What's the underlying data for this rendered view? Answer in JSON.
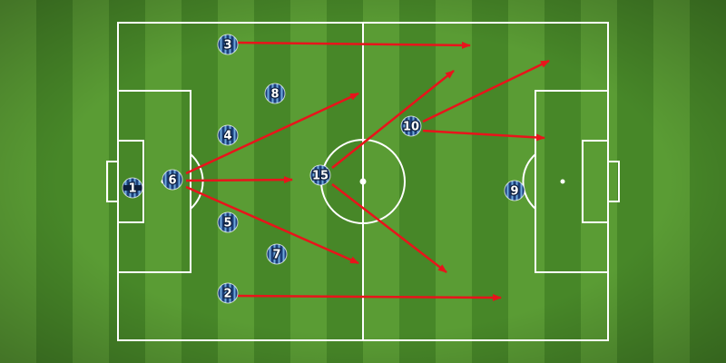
{
  "colors": {
    "grass_light": "#5a9c34",
    "grass_dark": "#478728",
    "lines": "#ffffff",
    "arrow": "#e8141b",
    "shirt_stripe_dark": "#1b3f7a",
    "shirt_stripe_light": "#6fa8dc"
  },
  "team_kit": "blue-black-striped",
  "players": [
    {
      "number": "1",
      "role": "goalkeeper"
    },
    {
      "number": "2"
    },
    {
      "number": "3"
    },
    {
      "number": "4"
    },
    {
      "number": "5"
    },
    {
      "number": "6"
    },
    {
      "number": "7"
    },
    {
      "number": "8"
    },
    {
      "number": "9"
    },
    {
      "number": "10"
    },
    {
      "number": "15"
    }
  ],
  "passes": [
    {
      "from": "3",
      "to": "space"
    },
    {
      "from": "2",
      "to": "space"
    },
    {
      "from": "6",
      "to": "space"
    },
    {
      "from": "6",
      "to": "15"
    },
    {
      "from": "6",
      "to": "space"
    },
    {
      "from": "15",
      "to": "space"
    },
    {
      "from": "15",
      "to": "space"
    },
    {
      "from": "10",
      "to": "space"
    },
    {
      "from": "10",
      "to": "space"
    }
  ]
}
